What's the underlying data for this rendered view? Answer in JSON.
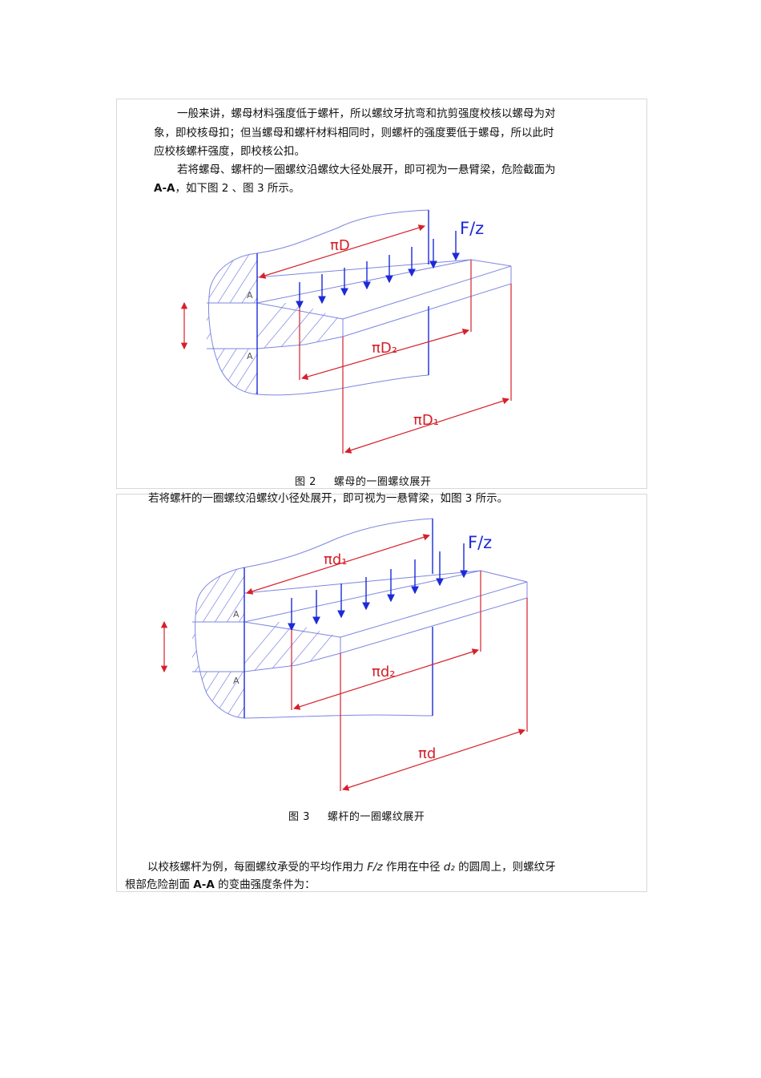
{
  "intro": {
    "line1": "一般来讲，螺母材料强度低于螺杆，所以螺纹牙抗弯和抗剪强度校核以螺母为对",
    "line2": "象，即校核母扣；但当螺母和螺杆材料相同时，则螺杆的强度要低于螺母，所以此时",
    "line3": "应校核螺杆强度，即校核公扣。",
    "line4": "若将螺母、螺杆的一圈螺纹沿螺纹大径处展开，即可视为一悬臂梁，危险截面为",
    "line5_bold": "A-A",
    "line5_rest": "，如下图 2 、图 3 所示。"
  },
  "figure2": {
    "label_top": "πD",
    "label_mid": "πD₂",
    "label_bot": "πD₁",
    "force": "F/z",
    "section_a_top": "A",
    "section_a_bot": "A",
    "caption_num": "图 2",
    "caption_text": "螺母的一圈螺纹展开"
  },
  "mid_text": "若将螺杆的一圈螺纹沿螺纹小径处展开，即可视为一悬臂梁，如图 3 所示。",
  "figure3": {
    "label_top": "πd₁",
    "label_mid": "πd₂",
    "label_bot": "πd",
    "force": "F/z",
    "section_a_top": "A",
    "section_a_bot": "A",
    "caption_num": "图 3",
    "caption_text": "螺杆的一圈螺纹展开"
  },
  "conclusion": {
    "line1_a": "以校核螺杆为例，每圈螺纹承受的平均作用力 ",
    "line1_var": "F/z",
    "line1_b": " 作用在中径 ",
    "line1_var2": "d₂",
    "line1_c": " 的圆周上，则螺纹牙",
    "line2_a": "根部危险剖面 ",
    "line2_bold": "A-A",
    "line2_b": " 的变曲强度条件为："
  },
  "colors": {
    "red": "#d6202a",
    "blue": "#1c2ad8",
    "outline": "#7d86e0"
  }
}
